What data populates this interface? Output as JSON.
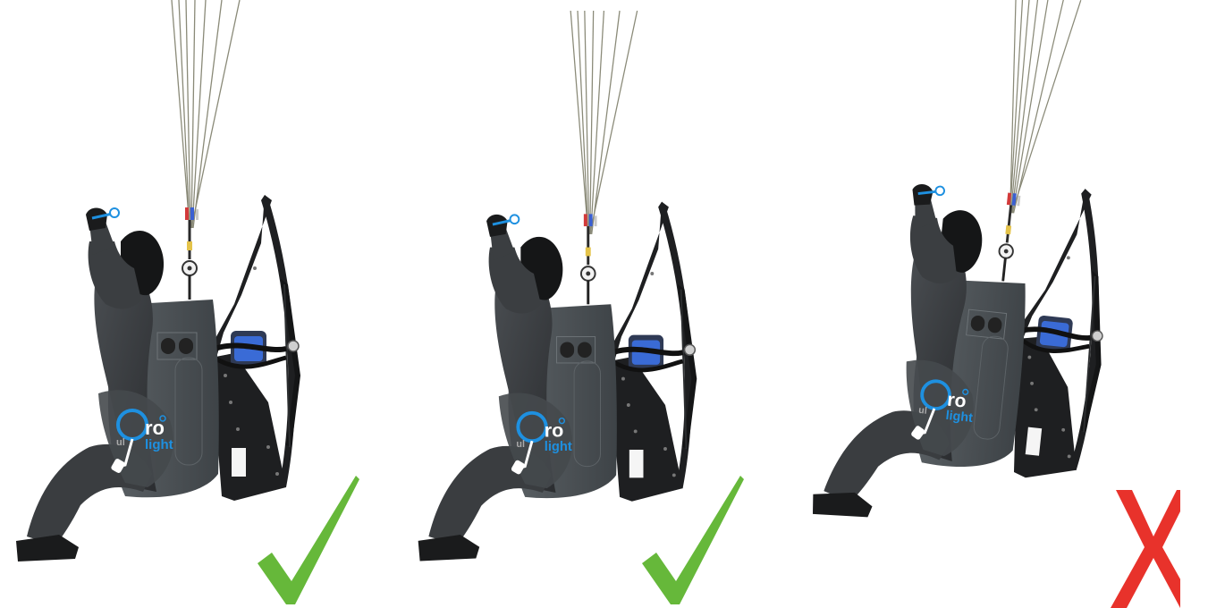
{
  "scene": {
    "colors": {
      "background": "#ffffff",
      "suit": "#3a3d40",
      "suit_shade": "#2a2c2e",
      "body_pack": "#4f5559",
      "frame": "#1e1f21",
      "motor_blue": "#3a6bd6",
      "accent_blue": "#1e90e0",
      "line_gray": "#8a8a78",
      "check_green": "#66b83a",
      "cross_red": "#e8322b"
    },
    "panels": [
      {
        "id": "panel-1",
        "verdict": "correct",
        "logo_top": "ro",
        "logo_bottom": "light",
        "logo_left": "ul"
      },
      {
        "id": "panel-2",
        "verdict": "correct",
        "logo_top": "ro",
        "logo_bottom": "light",
        "logo_left": "ul"
      },
      {
        "id": "panel-3",
        "verdict": "incorrect",
        "logo_top": "ro",
        "logo_bottom": "light",
        "logo_left": "ul"
      }
    ]
  }
}
